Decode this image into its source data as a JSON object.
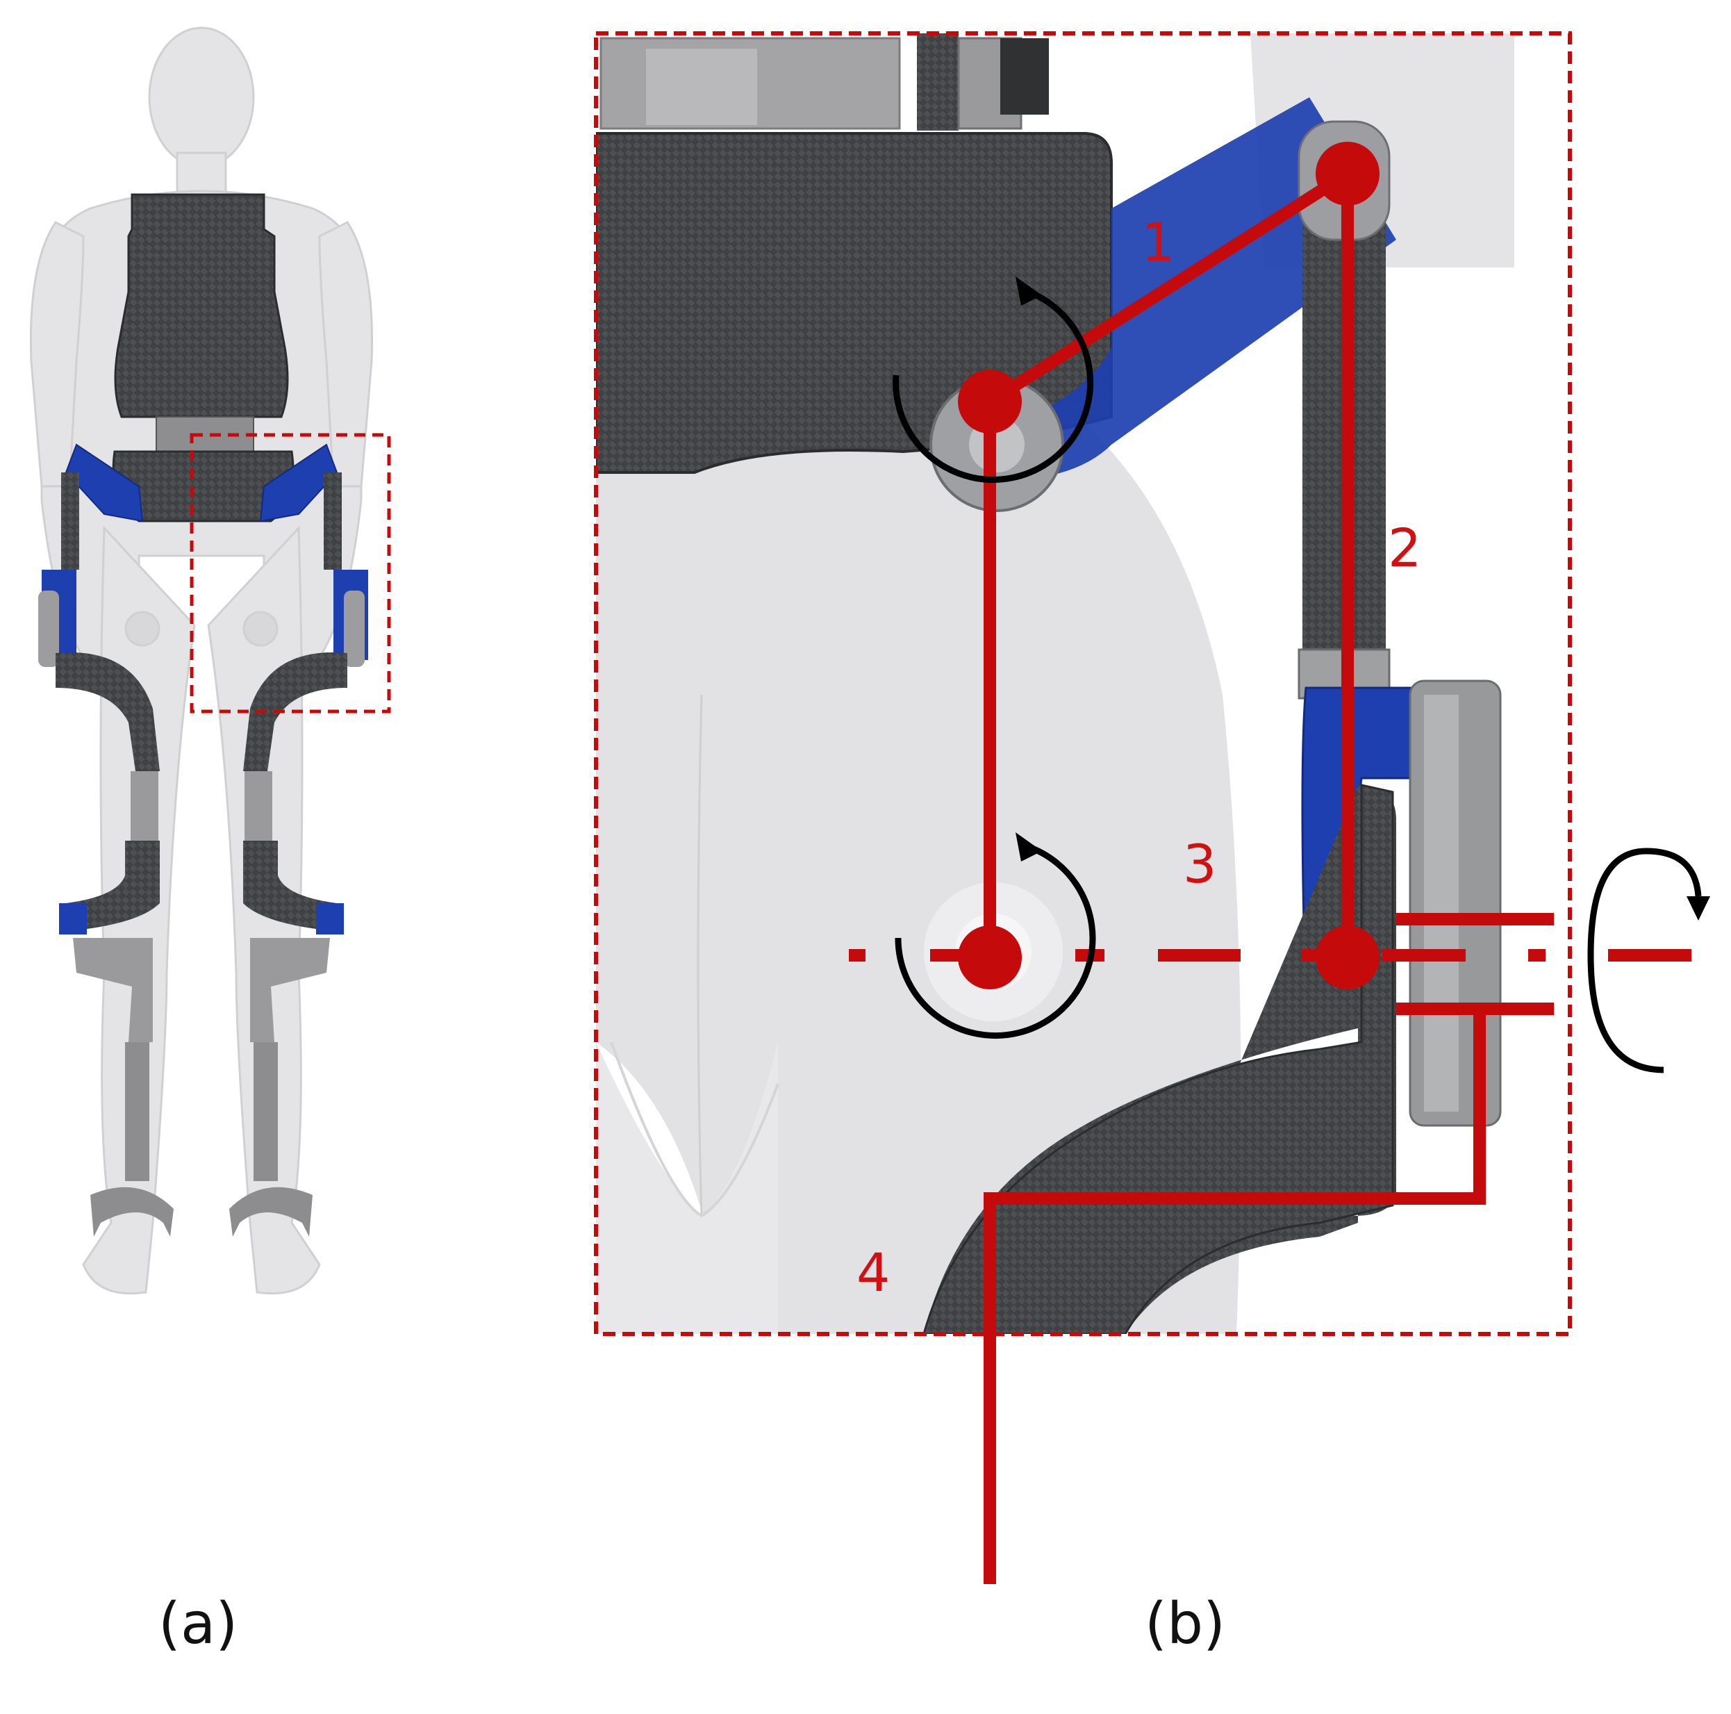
{
  "captions": {
    "a": "(a)",
    "b": "(b)"
  },
  "labels": {
    "link1": "1",
    "link2": "2",
    "link3": "3",
    "link4": "4"
  },
  "colors": {
    "mechanism_red": "#c40a0a",
    "carbon_dark": "#3b3d3f",
    "blue_part": "#1d3fb0",
    "body_grey": "#e3e3e5",
    "metal_grey": "#a9a9ab"
  }
}
